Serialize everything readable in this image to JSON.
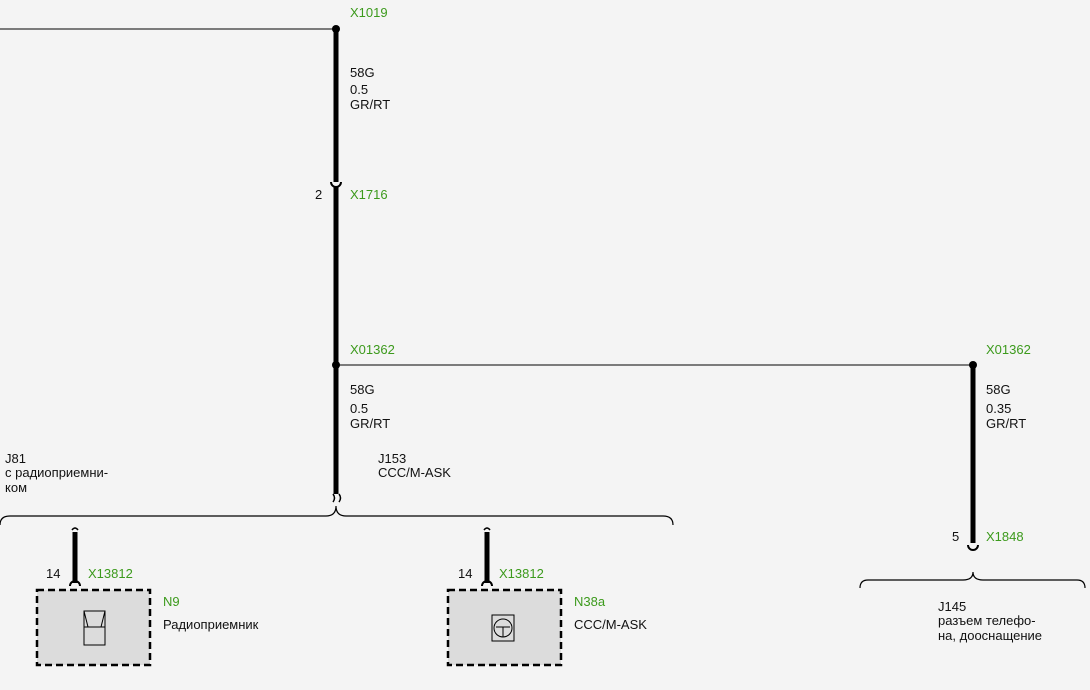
{
  "connectors": {
    "x1019": "X1019",
    "x1716": "X1716",
    "x1716_pin": "2",
    "x01362_left": "X01362",
    "x01362_right": "X01362",
    "x1848": "X1848",
    "x1848_pin": "5",
    "x13812_a": "X13812",
    "x13812_a_pin": "14",
    "x13812_b": "X13812",
    "x13812_b_pin": "14"
  },
  "wires": {
    "top": {
      "code": "58G",
      "size": "0.5",
      "color": "GR/RT"
    },
    "middle": {
      "code": "58G",
      "size": "0.5",
      "color": "GR/RT"
    },
    "right": {
      "code": "58G",
      "size": "0.35",
      "color": "GR/RT"
    }
  },
  "junctions": {
    "j81": {
      "id": "J81",
      "line1": "с радиоприемни-",
      "line2": "ком"
    },
    "j153": {
      "id": "J153",
      "line1": "CCC/M-ASK"
    },
    "j145": {
      "id": "J145",
      "line1": "разъем телефо-",
      "line2": "на, дооснащение"
    }
  },
  "components": {
    "n9": {
      "id": "N9",
      "name": "Радиоприемник",
      "icon": "radio-icon"
    },
    "n38a": {
      "id": "N38a",
      "name": "CCC/M-ASK",
      "icon": "steering-wheel-icon"
    }
  },
  "colors": {
    "connector_label": "#3c9a1c",
    "wire": "#000000",
    "box_fill": "#dcdcdc"
  }
}
